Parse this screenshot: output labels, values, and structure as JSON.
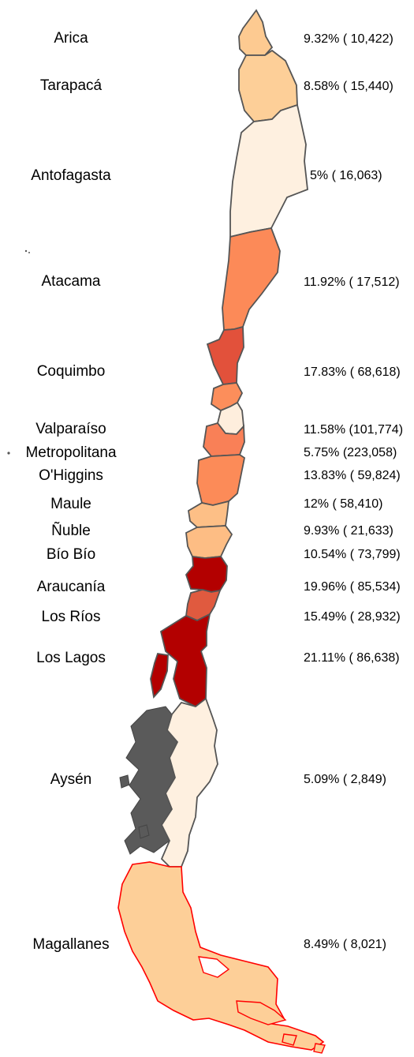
{
  "regions": [
    {
      "name": "Arica",
      "value": "9.32% ( 10,422)",
      "color": "#fdca91"
    },
    {
      "name": "Tarapacá",
      "value": "8.58% ( 15,440)",
      "color": "#fdcf98"
    },
    {
      "name": "Antofagasta",
      "value": "5% ( 16,063)",
      "color": "#fef0e0"
    },
    {
      "name": "Atacama",
      "value": "11.92% ( 17,512)",
      "color": "#fc8a58"
    },
    {
      "name": "Coquimbo",
      "value": "17.83% ( 68,618)",
      "color": "#e2513b"
    },
    {
      "name": "Valparaíso",
      "value": "11.58% (101,774)",
      "color": "#fc8e5b"
    },
    {
      "name": "Metropolitana",
      "value": "5.75% (223,058)",
      "color": "#feeedd"
    },
    {
      "name": "O'Higgins",
      "value": "13.83% ( 59,824)",
      "color": "#f98057"
    },
    {
      "name": "Maule",
      "value": "12% ( 58,410)",
      "color": "#fc8b58"
    },
    {
      "name": "Ñuble",
      "value": "9.93% ( 21,633)",
      "color": "#fdbf86"
    },
    {
      "name": "Bío Bío",
      "value": "10.54% ( 73,799)",
      "color": "#fdbd84"
    },
    {
      "name": "Araucanía",
      "value": "19.96% ( 85,534)",
      "color": "#b30000"
    },
    {
      "name": "Los Ríos",
      "value": "15.49% ( 28,932)",
      "color": "#e05a3f"
    },
    {
      "name": "Los Lagos",
      "value": "21.11% ( 86,638)",
      "color": "#b30000"
    },
    {
      "name": "Aysén",
      "value": "5.09% ( 2,849)",
      "color": "#fef0e0"
    },
    {
      "name": "Magallanes",
      "value": "8.49% ( 8,021)",
      "color": "#fdcf98"
    }
  ],
  "colors": {
    "border": "#555555",
    "islands": "#5a5a5a",
    "magallanes_border": "#ff0000"
  }
}
